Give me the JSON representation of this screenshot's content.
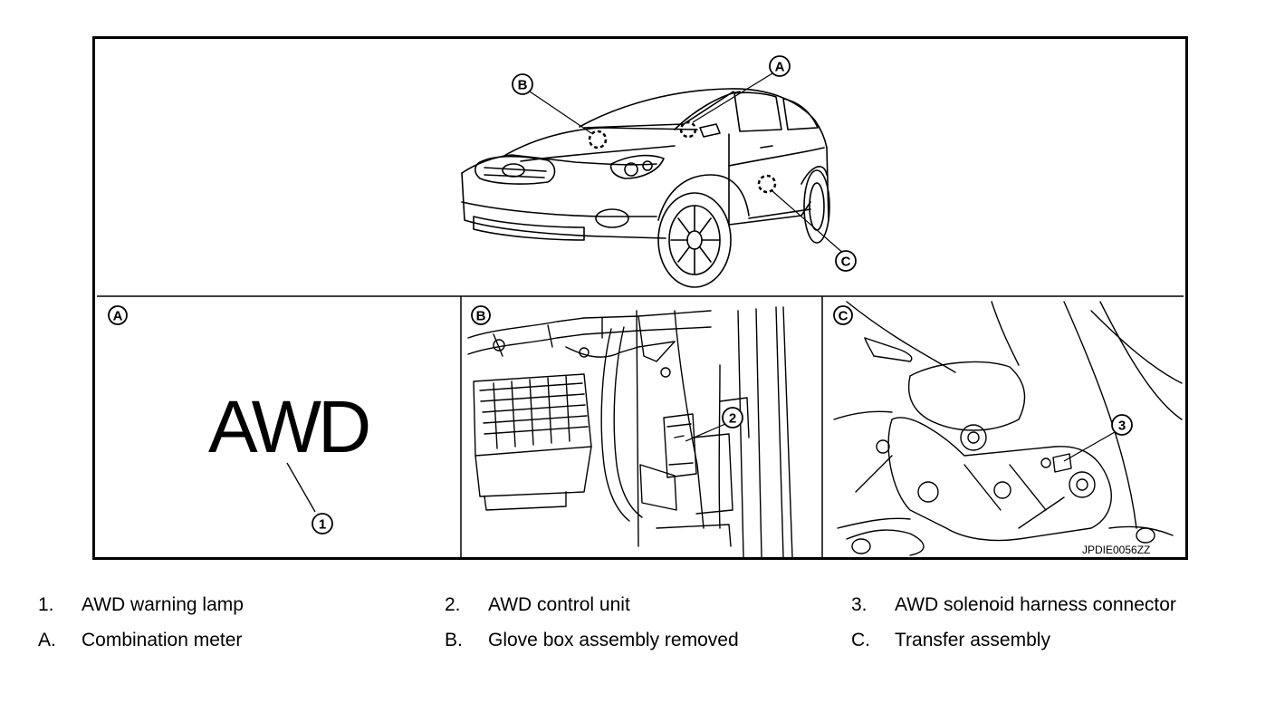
{
  "figure": {
    "callouts": {
      "a": "A",
      "b": "B",
      "c": "C",
      "one": "1",
      "two": "2",
      "three": "3"
    },
    "lamp_text": "AWD",
    "figure_code": "JPDIE0056ZZ"
  },
  "legend": [
    {
      "key": "1.",
      "text": "AWD warning lamp"
    },
    {
      "key": "2.",
      "text": "AWD control unit"
    },
    {
      "key": "3.",
      "text": "AWD solenoid harness connector"
    },
    {
      "key": "A.",
      "text": "Combination meter"
    },
    {
      "key": "B.",
      "text": "Glove box assembly removed"
    },
    {
      "key": "C.",
      "text": "Transfer assembly"
    }
  ]
}
